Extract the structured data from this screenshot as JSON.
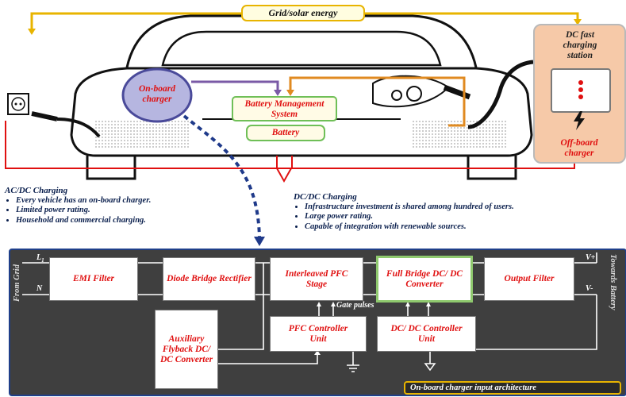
{
  "top": {
    "energy_label": "Grid/solar energy",
    "dc_fast_title": "DC fast charging station",
    "off_board_label": "Off-board charger",
    "onboard_charger_label": "On-board charger",
    "bms_label": "Battery Management System",
    "battery_label": "Battery"
  },
  "ac_dc": {
    "heading": "AC/DC Charging",
    "items": [
      "Every vehicle has an on-board charger.",
      "Limited power rating.",
      "Household and commercial charging."
    ]
  },
  "dc_dc": {
    "heading": "DC/DC Charging",
    "items": [
      "Infrastructure investment is shared among hundred of users.",
      "Large power rating.",
      "Capable of integration with renewable sources."
    ]
  },
  "architecture": {
    "caption": "On-board charger input architecture",
    "from_grid": "From Grid",
    "towards_battery": "Towards Battery",
    "line_l": "L",
    "line_l_sub": "1",
    "line_n": "N",
    "v_plus": "V+",
    "v_minus": "V-",
    "gate_pulses": "Gate pulses",
    "blocks": {
      "emi": "EMI Filter",
      "diode": "Diode Bridge Rectifier",
      "pfc": "Interleaved PFC Stage",
      "fullbridge": "Full Bridge DC/ DC Converter",
      "output": "Output Filter",
      "aux": "Auxiliary Flyback DC/ DC Converter",
      "pfc_ctrl": "PFC Controller Unit",
      "dc_ctrl": "DC/ DC Controller Unit"
    }
  },
  "colors": {
    "accent_red": "#e01010",
    "green_border": "#6fbf57",
    "gold_border": "#e8b400",
    "dark_panel": "#3f3f3f",
    "navy_text": "#0a1f4d"
  },
  "icons": {
    "socket": "wall-socket-icon",
    "lightning": "lightning-bolt-icon",
    "car": "car-front-icon"
  }
}
